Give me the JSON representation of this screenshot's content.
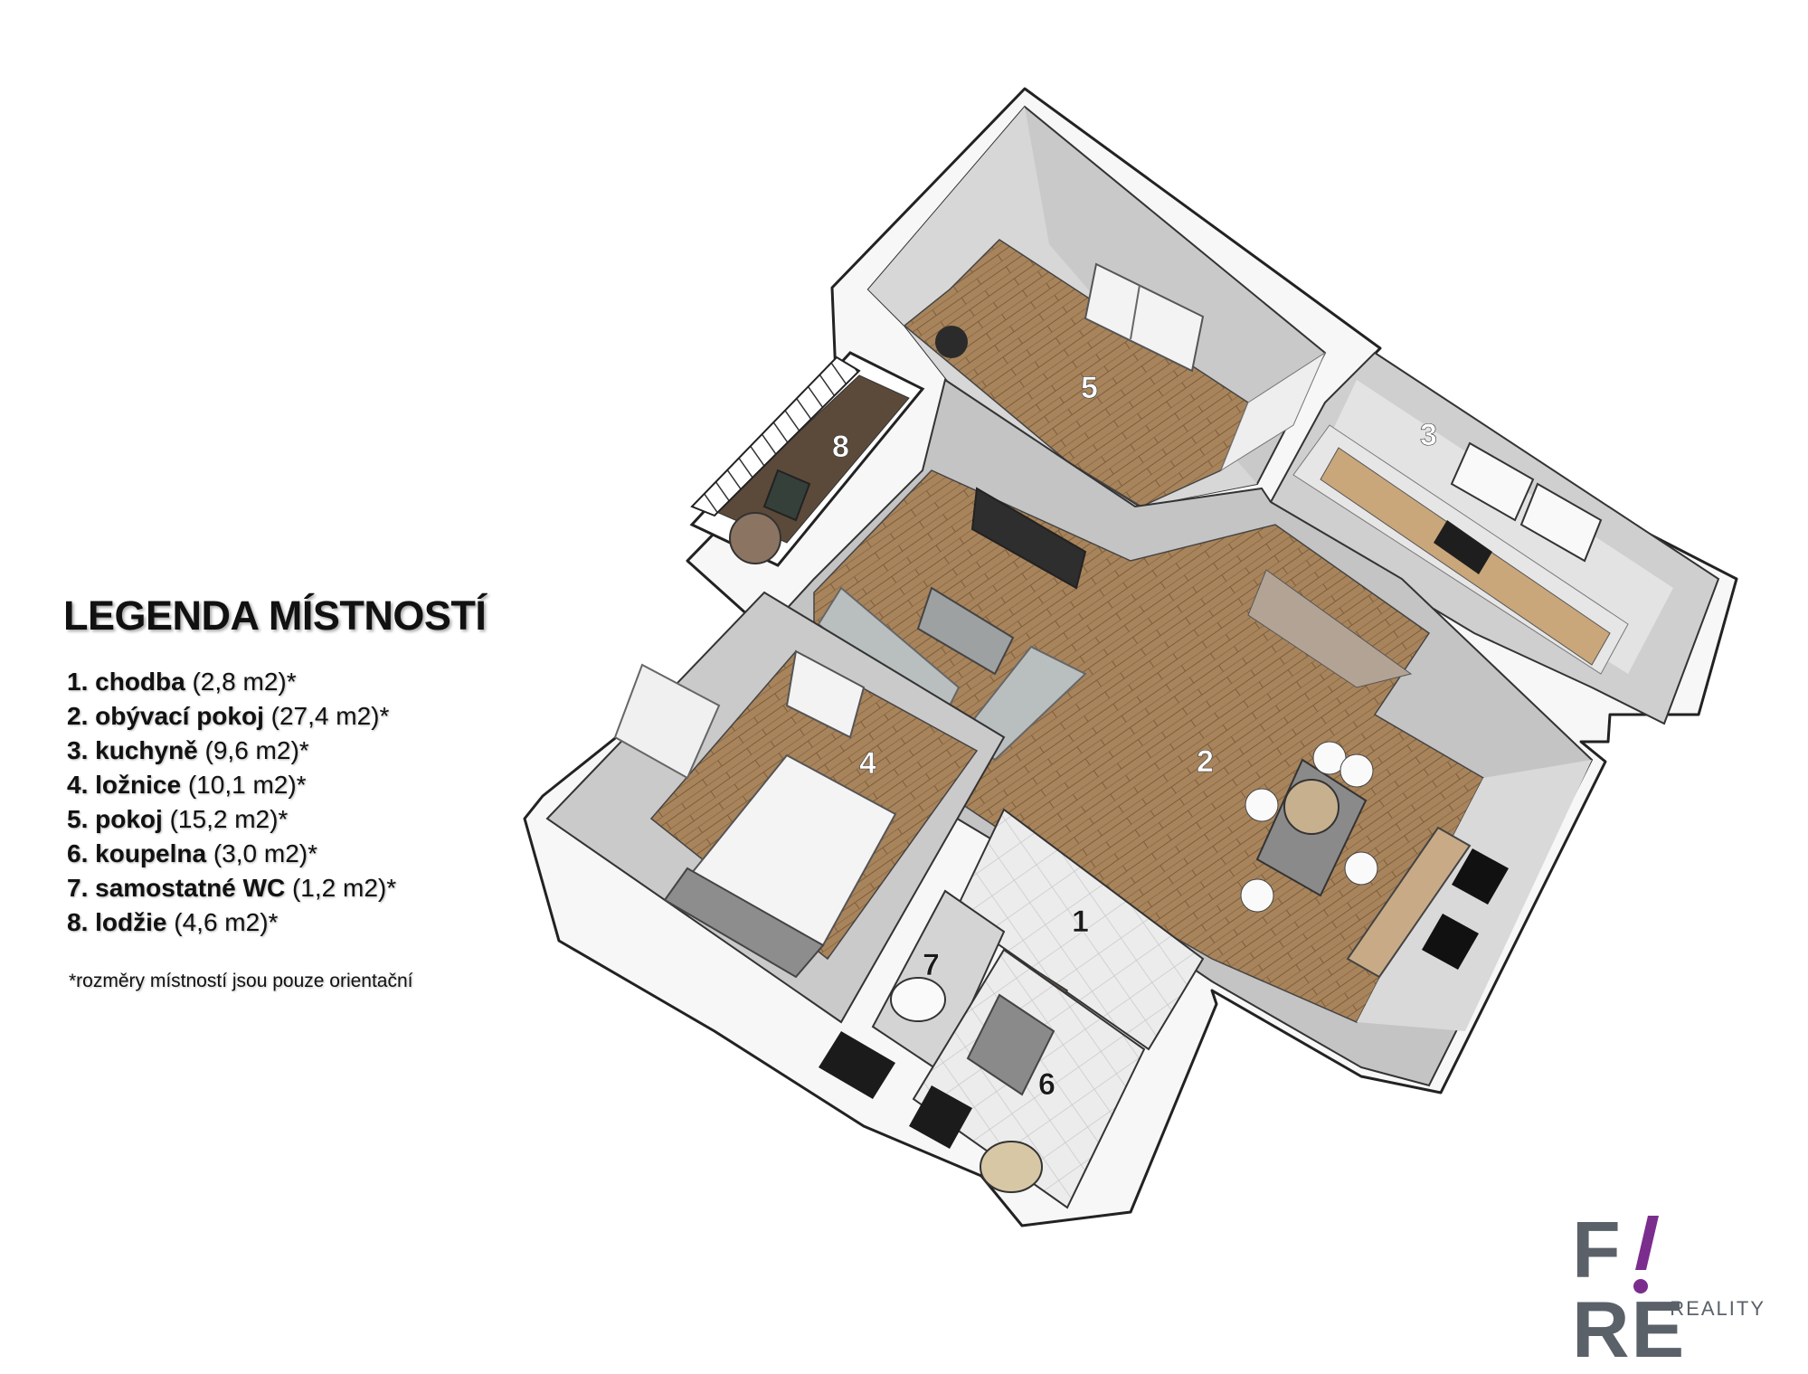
{
  "legend": {
    "title": "LEGENDA MÍSTNOSTÍ",
    "items": [
      {
        "number": "1.",
        "name": "chodba",
        "area": "(2,8 m2)*"
      },
      {
        "number": "2.",
        "name": "obývací pokoj",
        "area": "(27,4 m2)*"
      },
      {
        "number": "3.",
        "name": "kuchyně",
        "area": "(9,6 m2)*"
      },
      {
        "number": "4.",
        "name": "ložnice",
        "area": "(10,1 m2)*"
      },
      {
        "number": "5.",
        "name": "pokoj",
        "area": "(15,2 m2)*"
      },
      {
        "number": "6.",
        "name": "koupelna",
        "area": "(3,0 m2)*"
      },
      {
        "number": "7.",
        "name": "samostatné WC",
        "area": "(1,2 m2)*"
      },
      {
        "number": "8.",
        "name": "lodžie",
        "area": "(4,6 m2)*"
      }
    ],
    "note": "*rozměry místností jsou pouze orientační"
  },
  "plan": {
    "room_labels": [
      "1",
      "2",
      "3",
      "4",
      "5",
      "6",
      "7",
      "8"
    ]
  },
  "brand": {
    "word_left": "F",
    "word_right": "RE",
    "sub": "REALITY",
    "text_color": "#5b6169",
    "accent_color": "#7b2d8e"
  },
  "colors": {
    "wall_top": "#ffffff",
    "wall_side": "#d2d2d2",
    "wood_floor": "#a8845c",
    "tile_floor": "#e8e8e8",
    "outline": "#222222"
  }
}
